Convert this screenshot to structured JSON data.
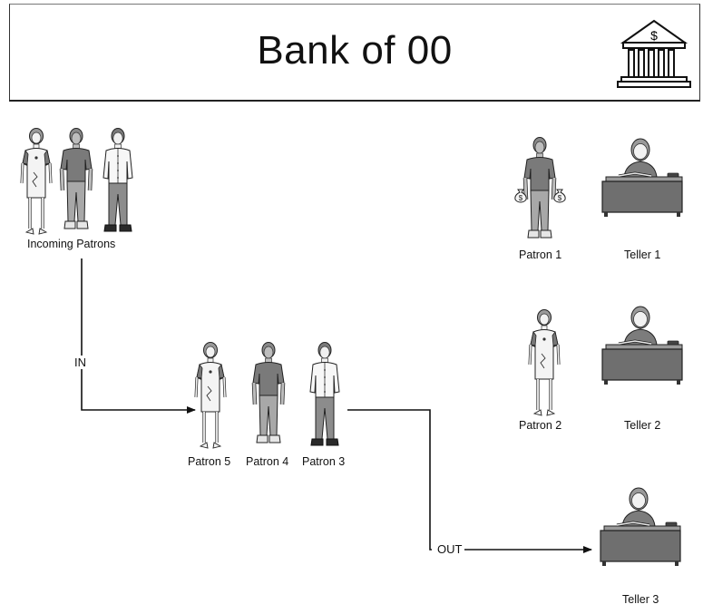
{
  "header": {
    "title": "Bank of 00",
    "icon": "bank-building-icon",
    "icon_symbol": "$"
  },
  "incoming": {
    "label": "Incoming Patrons"
  },
  "queue": {
    "labels": [
      "Patron 5",
      "Patron 4",
      "Patron 3"
    ]
  },
  "arrows": {
    "in_label": "IN",
    "out_label": "OUT"
  },
  "stations": [
    {
      "patron": "Patron 1",
      "teller": "Teller 1"
    },
    {
      "patron": "Patron 2",
      "teller": "Teller 2"
    },
    {
      "patron": "",
      "teller": "Teller 3"
    }
  ]
}
